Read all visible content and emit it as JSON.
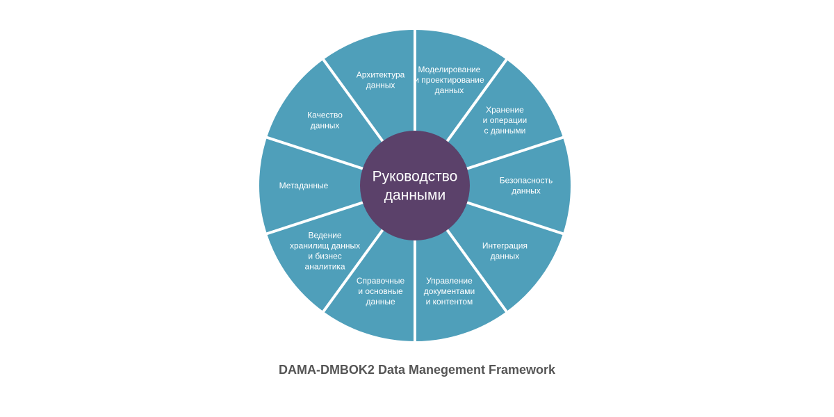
{
  "diagram": {
    "center": {
      "lines": [
        "Руководство",
        "данными"
      ]
    },
    "segments": [
      {
        "lines": [
          "Моделирование",
          "и проектирование",
          "данных"
        ]
      },
      {
        "lines": [
          "Хранение",
          "и операции",
          "с данными"
        ]
      },
      {
        "lines": [
          "Безопасность",
          "данных"
        ]
      },
      {
        "lines": [
          "Интеграция",
          "данных"
        ]
      },
      {
        "lines": [
          "Управление",
          "документами",
          "и контентом"
        ]
      },
      {
        "lines": [
          "Справочные",
          "и основные",
          "данные"
        ]
      },
      {
        "lines": [
          "Ведение",
          "хранилищ данных",
          "и бизнес",
          "аналитика"
        ]
      },
      {
        "lines": [
          "Метаданные"
        ]
      },
      {
        "lines": [
          "Качество",
          "данных"
        ]
      },
      {
        "lines": [
          "Архитектура",
          "данных"
        ]
      }
    ]
  },
  "caption": "DAMA-DMBOK2 Data Manegement Framework",
  "colors": {
    "segment": "#4f9fba",
    "center": "#5b416a",
    "separator": "#ffffff",
    "caption": "#555555"
  }
}
